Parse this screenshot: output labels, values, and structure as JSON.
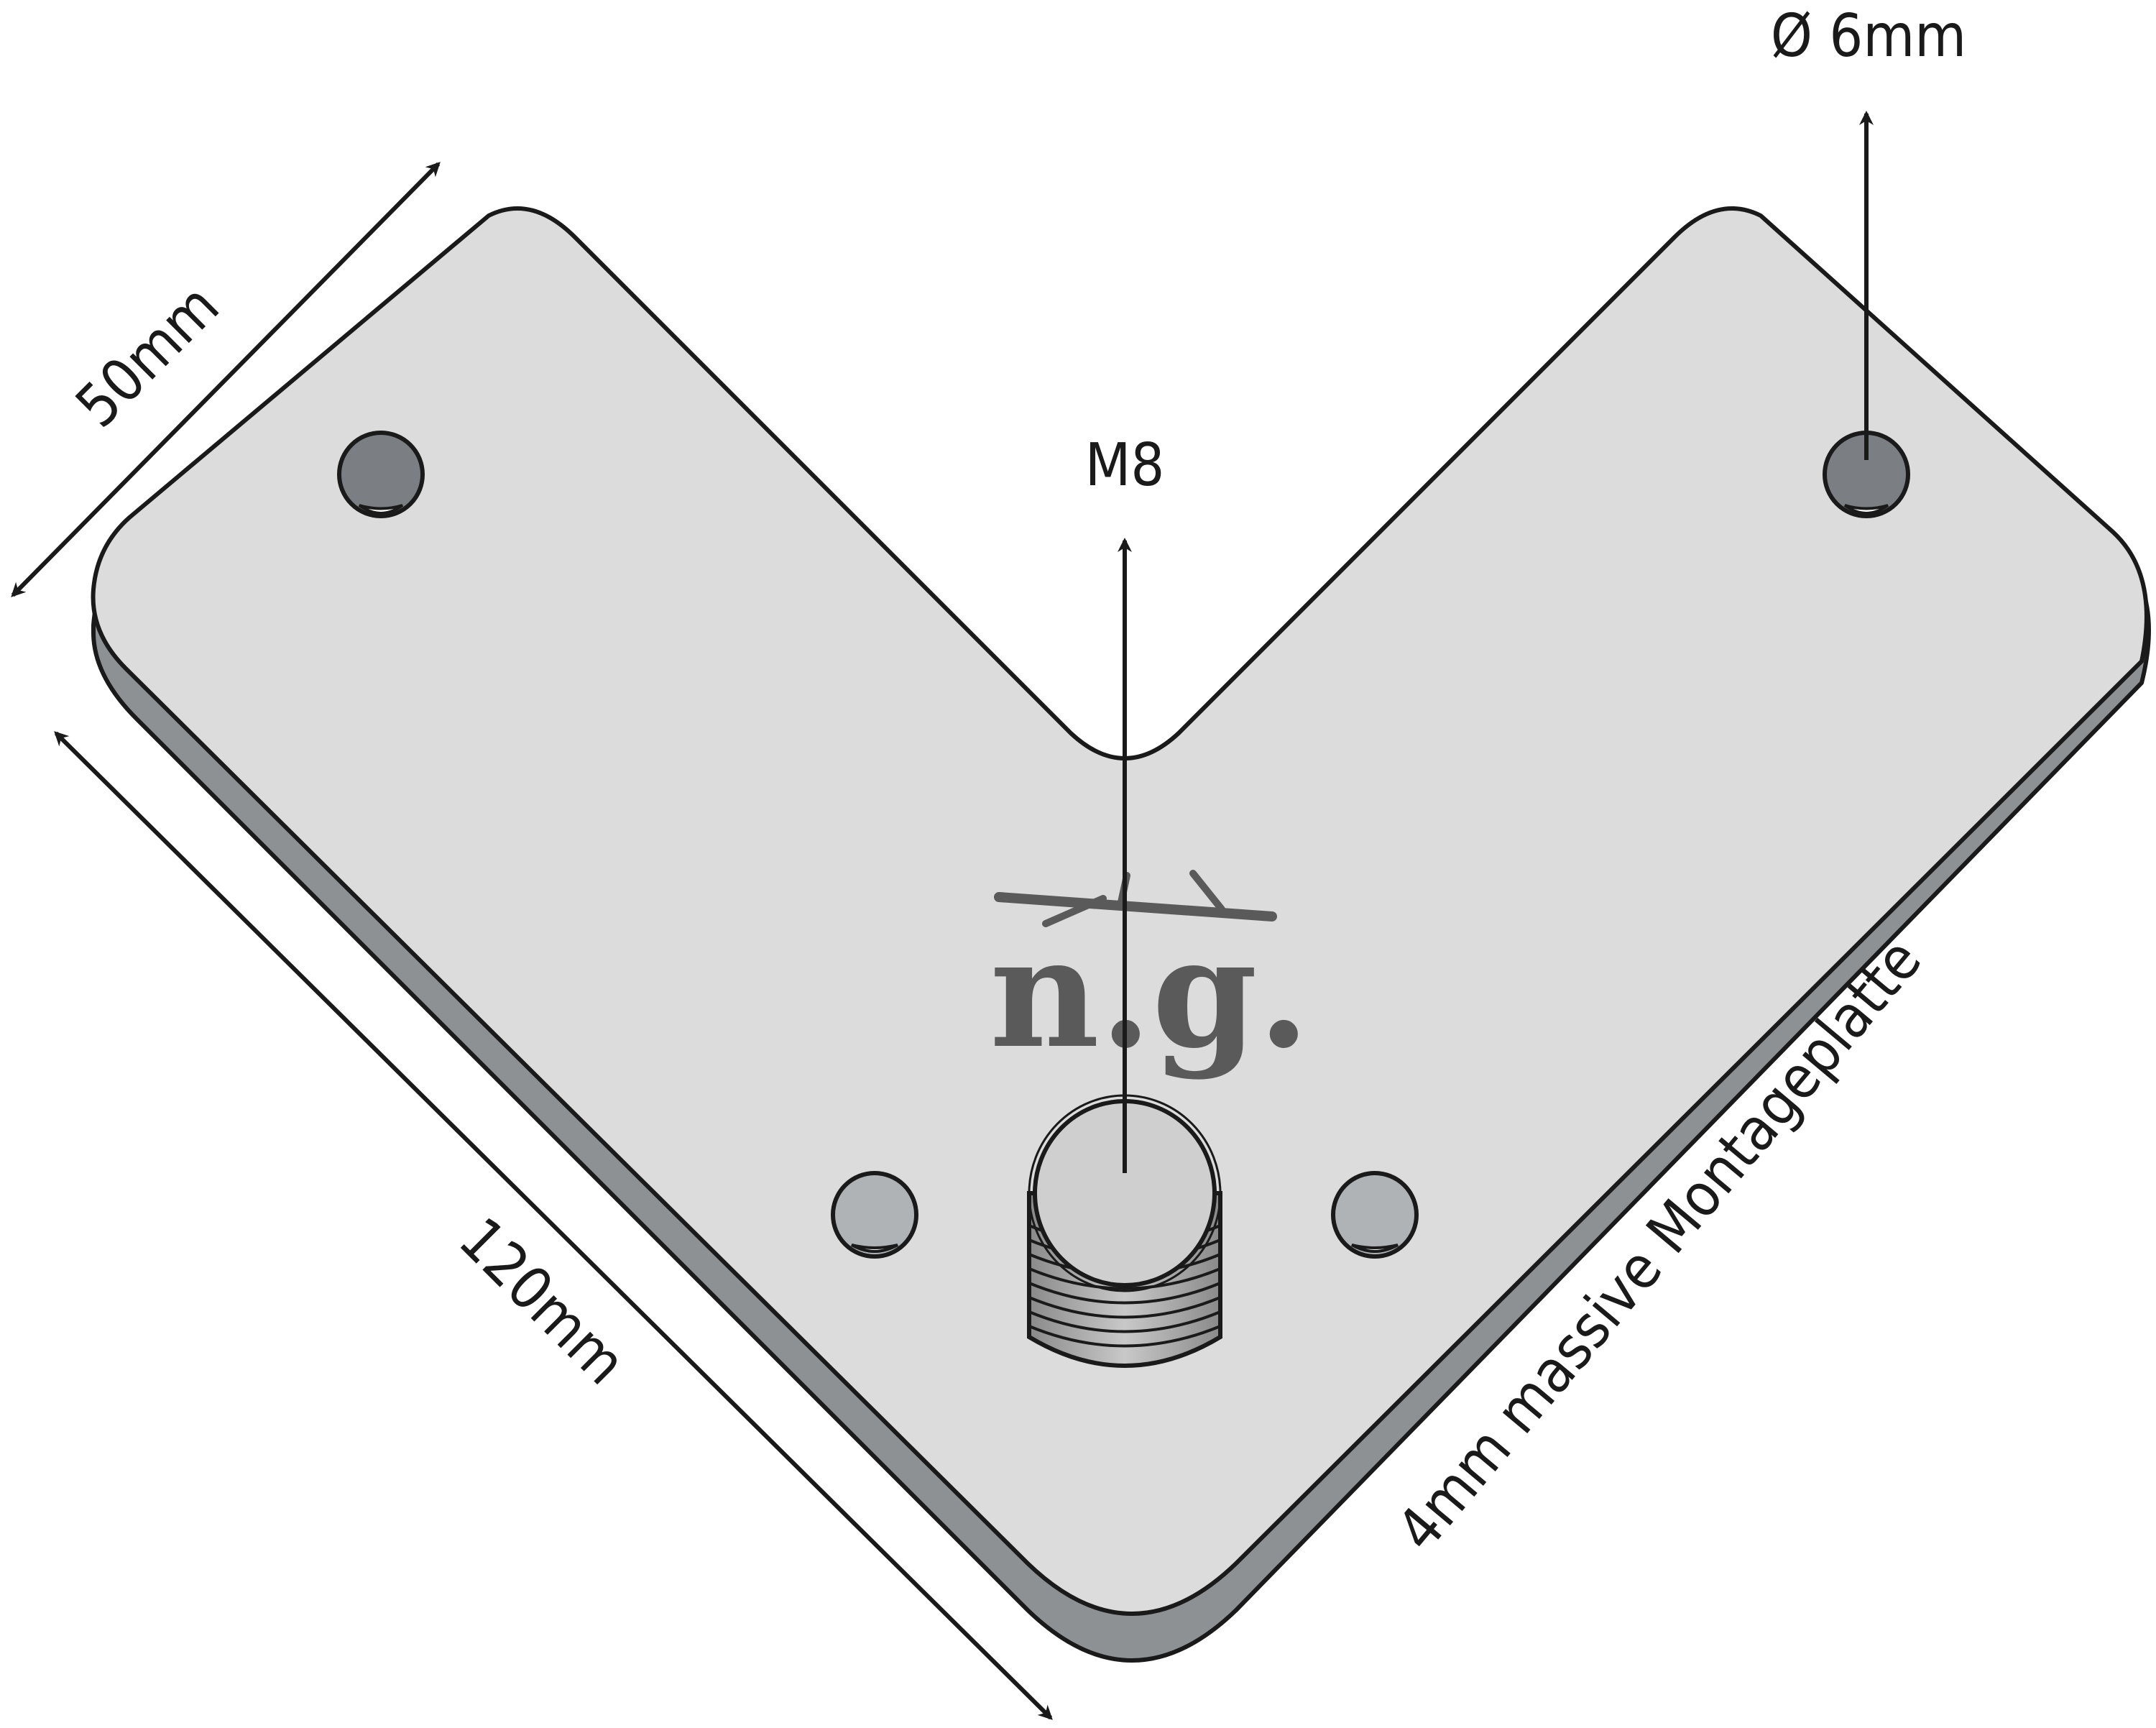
{
  "labels": {
    "width": "50mm",
    "length": "120mm",
    "hole_diameter": "Ø 6mm",
    "thread": "M8",
    "plate": "4mm massive Montageplatte"
  },
  "logo": {
    "text": "n.g."
  },
  "colors": {
    "plate_top": "#dcdcdc",
    "plate_edge": "#8e9194",
    "outline": "#1a1a1a",
    "hole_inner": "#7b7e82",
    "bolt_face": "#d0d0d0",
    "thread": "#9a9a9a",
    "logo": "#5a5a5a"
  }
}
